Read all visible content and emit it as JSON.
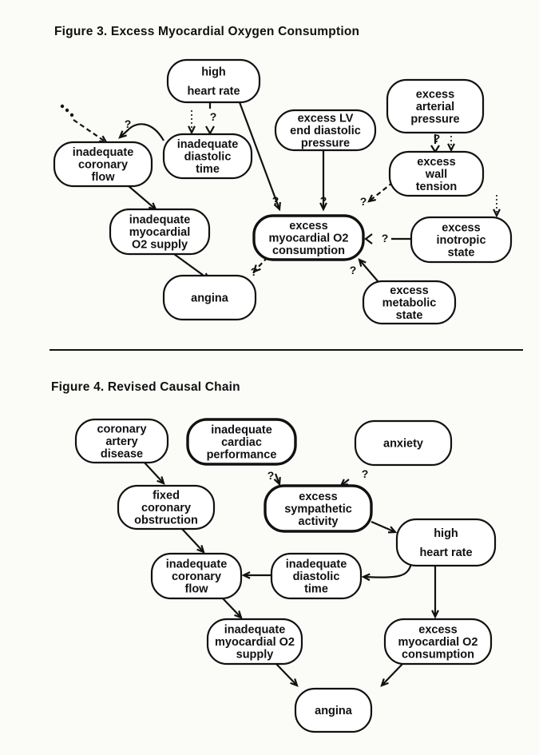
{
  "figure3": {
    "title": "Figure 3.  Excess Myocardial Oxygen Consumption",
    "nodes": [
      {
        "id": "high-heart-rate",
        "lines": [
          "high",
          "heart rate"
        ],
        "emphasis": false
      },
      {
        "id": "inadequate-diastolic-time",
        "lines": [
          "inadequate",
          "diastolic",
          "time"
        ],
        "emphasis": false
      },
      {
        "id": "inadequate-coronary-flow",
        "lines": [
          "inadequate",
          "coronary",
          "flow"
        ],
        "emphasis": false
      },
      {
        "id": "excess-lv-pressure",
        "lines": [
          "excess LV",
          "end diastolic",
          "pressure"
        ],
        "emphasis": false
      },
      {
        "id": "excess-arterial-pressure",
        "lines": [
          "excess",
          "arterial",
          "pressure"
        ],
        "emphasis": false
      },
      {
        "id": "excess-wall-tension",
        "lines": [
          "excess",
          "wall",
          "tension"
        ],
        "emphasis": false
      },
      {
        "id": "inadequate-o2-supply",
        "lines": [
          "inadequate",
          "myocardial",
          "O2 supply"
        ],
        "emphasis": false
      },
      {
        "id": "excess-o2-consumption",
        "lines": [
          "excess",
          "myocardial O2",
          "consumption"
        ],
        "emphasis": true
      },
      {
        "id": "excess-inotropic-state",
        "lines": [
          "excess",
          "inotropic",
          "state"
        ],
        "emphasis": false
      },
      {
        "id": "angina",
        "lines": [
          "angina"
        ],
        "emphasis": false
      },
      {
        "id": "excess-metabolic-state",
        "lines": [
          "excess",
          "metabolic",
          "state"
        ],
        "emphasis": false
      }
    ],
    "edges": [
      {
        "id": "e1",
        "from": "unknown-source",
        "to": "inadequate-coronary-flow",
        "style": "dashed",
        "label": ""
      },
      {
        "id": "e2",
        "from": "inadequate-diastolic-time",
        "to": "inadequate-coronary-flow",
        "style": "solid",
        "label": "?"
      },
      {
        "id": "e3",
        "from": "high-heart-rate",
        "to": "inadequate-diastolic-time",
        "style": "solid",
        "label": "?"
      },
      {
        "id": "e4",
        "from": "unknown-source",
        "to": "inadequate-diastolic-time",
        "style": "dotted",
        "label": ""
      },
      {
        "id": "e5",
        "from": "high-heart-rate",
        "to": "excess-o2-consumption",
        "style": "solid",
        "label": "?"
      },
      {
        "id": "e6",
        "from": "excess-lv-pressure",
        "to": "excess-o2-consumption",
        "style": "solid",
        "label": "?"
      },
      {
        "id": "e7",
        "from": "excess-wall-tension",
        "to": "excess-o2-consumption",
        "style": "dashed",
        "label": "?"
      },
      {
        "id": "e8",
        "from": "excess-arterial-pressure",
        "to": "excess-wall-tension",
        "style": "solid",
        "label": "?"
      },
      {
        "id": "e9",
        "from": "unknown-source",
        "to": "excess-wall-tension",
        "style": "dotted",
        "label": ""
      },
      {
        "id": "e10",
        "from": "excess-inotropic-state",
        "to": "excess-o2-consumption",
        "style": "solid",
        "label": "?"
      },
      {
        "id": "e11",
        "from": "unknown-source",
        "to": "excess-inotropic-state",
        "style": "dotted",
        "label": ""
      },
      {
        "id": "e12",
        "from": "excess-metabolic-state",
        "to": "excess-o2-consumption",
        "style": "solid",
        "label": "?"
      },
      {
        "id": "e13",
        "from": "inadequate-coronary-flow",
        "to": "inadequate-o2-supply",
        "style": "solid",
        "label": ""
      },
      {
        "id": "e14",
        "from": "inadequate-o2-supply",
        "to": "angina",
        "style": "solid",
        "label": ""
      },
      {
        "id": "e15",
        "from": "excess-o2-consumption",
        "to": "angina",
        "style": "dashed",
        "label": "?"
      }
    ]
  },
  "figure4": {
    "title": "Figure 4.  Revised Causal Chain",
    "nodes": [
      {
        "id": "coronary-artery-disease",
        "lines": [
          "coronary",
          "artery",
          "disease"
        ],
        "emphasis": false
      },
      {
        "id": "inadequate-cardiac-performance",
        "lines": [
          "inadequate",
          "cardiac",
          "performance"
        ],
        "emphasis": true
      },
      {
        "id": "anxiety",
        "lines": [
          "anxiety"
        ],
        "emphasis": false
      },
      {
        "id": "fixed-coronary-obstruction",
        "lines": [
          "fixed",
          "coronary",
          "obstruction"
        ],
        "emphasis": false
      },
      {
        "id": "excess-sympathetic-activity",
        "lines": [
          "excess",
          "sympathetic",
          "activity"
        ],
        "emphasis": true
      },
      {
        "id": "high-heart-rate",
        "lines": [
          "high",
          "heart rate"
        ],
        "emphasis": false
      },
      {
        "id": "inadequate-coronary-flow",
        "lines": [
          "inadequate",
          "coronary",
          "flow"
        ],
        "emphasis": false
      },
      {
        "id": "inadequate-diastolic-time",
        "lines": [
          "inadequate",
          "diastolic",
          "time"
        ],
        "emphasis": false
      },
      {
        "id": "inadequate-o2-supply",
        "lines": [
          "inadequate",
          "myocardial O2",
          "supply"
        ],
        "emphasis": false
      },
      {
        "id": "excess-o2-consumption",
        "lines": [
          "excess",
          "myocardial O2",
          "consumption"
        ],
        "emphasis": false
      },
      {
        "id": "angina",
        "lines": [
          "angina"
        ],
        "emphasis": false
      }
    ],
    "edges": [
      {
        "id": "f1",
        "from": "coronary-artery-disease",
        "to": "fixed-coronary-obstruction",
        "style": "solid",
        "label": ""
      },
      {
        "id": "f2",
        "from": "fixed-coronary-obstruction",
        "to": "inadequate-coronary-flow",
        "style": "solid",
        "label": ""
      },
      {
        "id": "f3",
        "from": "inadequate-coronary-flow",
        "to": "inadequate-o2-supply",
        "style": "solid",
        "label": ""
      },
      {
        "id": "f4",
        "from": "inadequate-o2-supply",
        "to": "angina",
        "style": "solid",
        "label": ""
      },
      {
        "id": "f5",
        "from": "inadequate-cardiac-performance",
        "to": "excess-sympathetic-activity",
        "style": "solid",
        "label": "?"
      },
      {
        "id": "f6",
        "from": "anxiety",
        "to": "excess-sympathetic-activity",
        "style": "solid",
        "label": "?"
      },
      {
        "id": "f7",
        "from": "excess-sympathetic-activity",
        "to": "high-heart-rate",
        "style": "solid",
        "label": ""
      },
      {
        "id": "f8",
        "from": "high-heart-rate",
        "to": "inadequate-diastolic-time",
        "style": "solid",
        "label": ""
      },
      {
        "id": "f9",
        "from": "inadequate-diastolic-time",
        "to": "inadequate-coronary-flow",
        "style": "solid",
        "label": ""
      },
      {
        "id": "f10",
        "from": "high-heart-rate",
        "to": "excess-o2-consumption",
        "style": "solid",
        "label": ""
      },
      {
        "id": "f11",
        "from": "excess-o2-consumption",
        "to": "angina",
        "style": "solid",
        "label": ""
      }
    ]
  }
}
